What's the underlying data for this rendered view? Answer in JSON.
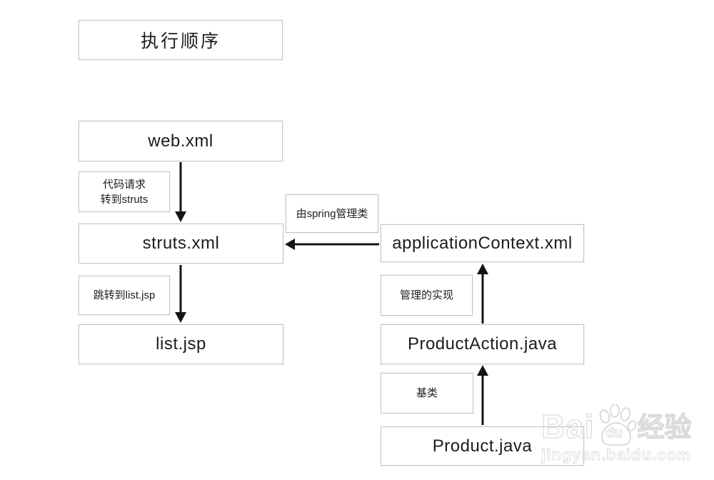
{
  "title": {
    "label": "执行顺序"
  },
  "nodes": {
    "web_xml": {
      "label": "web.xml"
    },
    "struts_xml": {
      "label": "struts.xml"
    },
    "list_jsp": {
      "label": "list.jsp"
    },
    "application_context": {
      "label": "applicationContext.xml"
    },
    "product_action": {
      "label": "ProductAction.java"
    },
    "product": {
      "label": "Product.java"
    }
  },
  "edge_labels": {
    "web_to_struts": {
      "line1": "代码请求",
      "line2": "转到struts"
    },
    "struts_to_list": {
      "label": "跳转到list.jsp"
    },
    "spring_managed": {
      "label": "由spring管理类"
    },
    "managed_impl": {
      "label": "管理的实现"
    },
    "base_class": {
      "label": "基类"
    }
  },
  "edges": [
    {
      "from": "web.xml",
      "to": "struts.xml",
      "label": "代码请求转到struts",
      "direction": "down"
    },
    {
      "from": "struts.xml",
      "to": "list.jsp",
      "label": "跳转到list.jsp",
      "direction": "down"
    },
    {
      "from": "applicationContext.xml",
      "to": "struts.xml",
      "label": "由spring管理类",
      "direction": "left"
    },
    {
      "from": "ProductAction.java",
      "to": "applicationContext.xml",
      "label": "管理的实现",
      "direction": "up"
    },
    {
      "from": "Product.java",
      "to": "ProductAction.java",
      "label": "基类",
      "direction": "up"
    }
  ],
  "colors": {
    "background": "#ffffff",
    "box_border": "#c3c7cb",
    "text": "#1c1c1c",
    "arrow": "#141414",
    "watermark": "#dadada"
  },
  "watermark": {
    "brand_prefix": "Bai",
    "paw_text": "du",
    "brand_suffix": "经验",
    "site": "jingyan.baidu.com"
  }
}
